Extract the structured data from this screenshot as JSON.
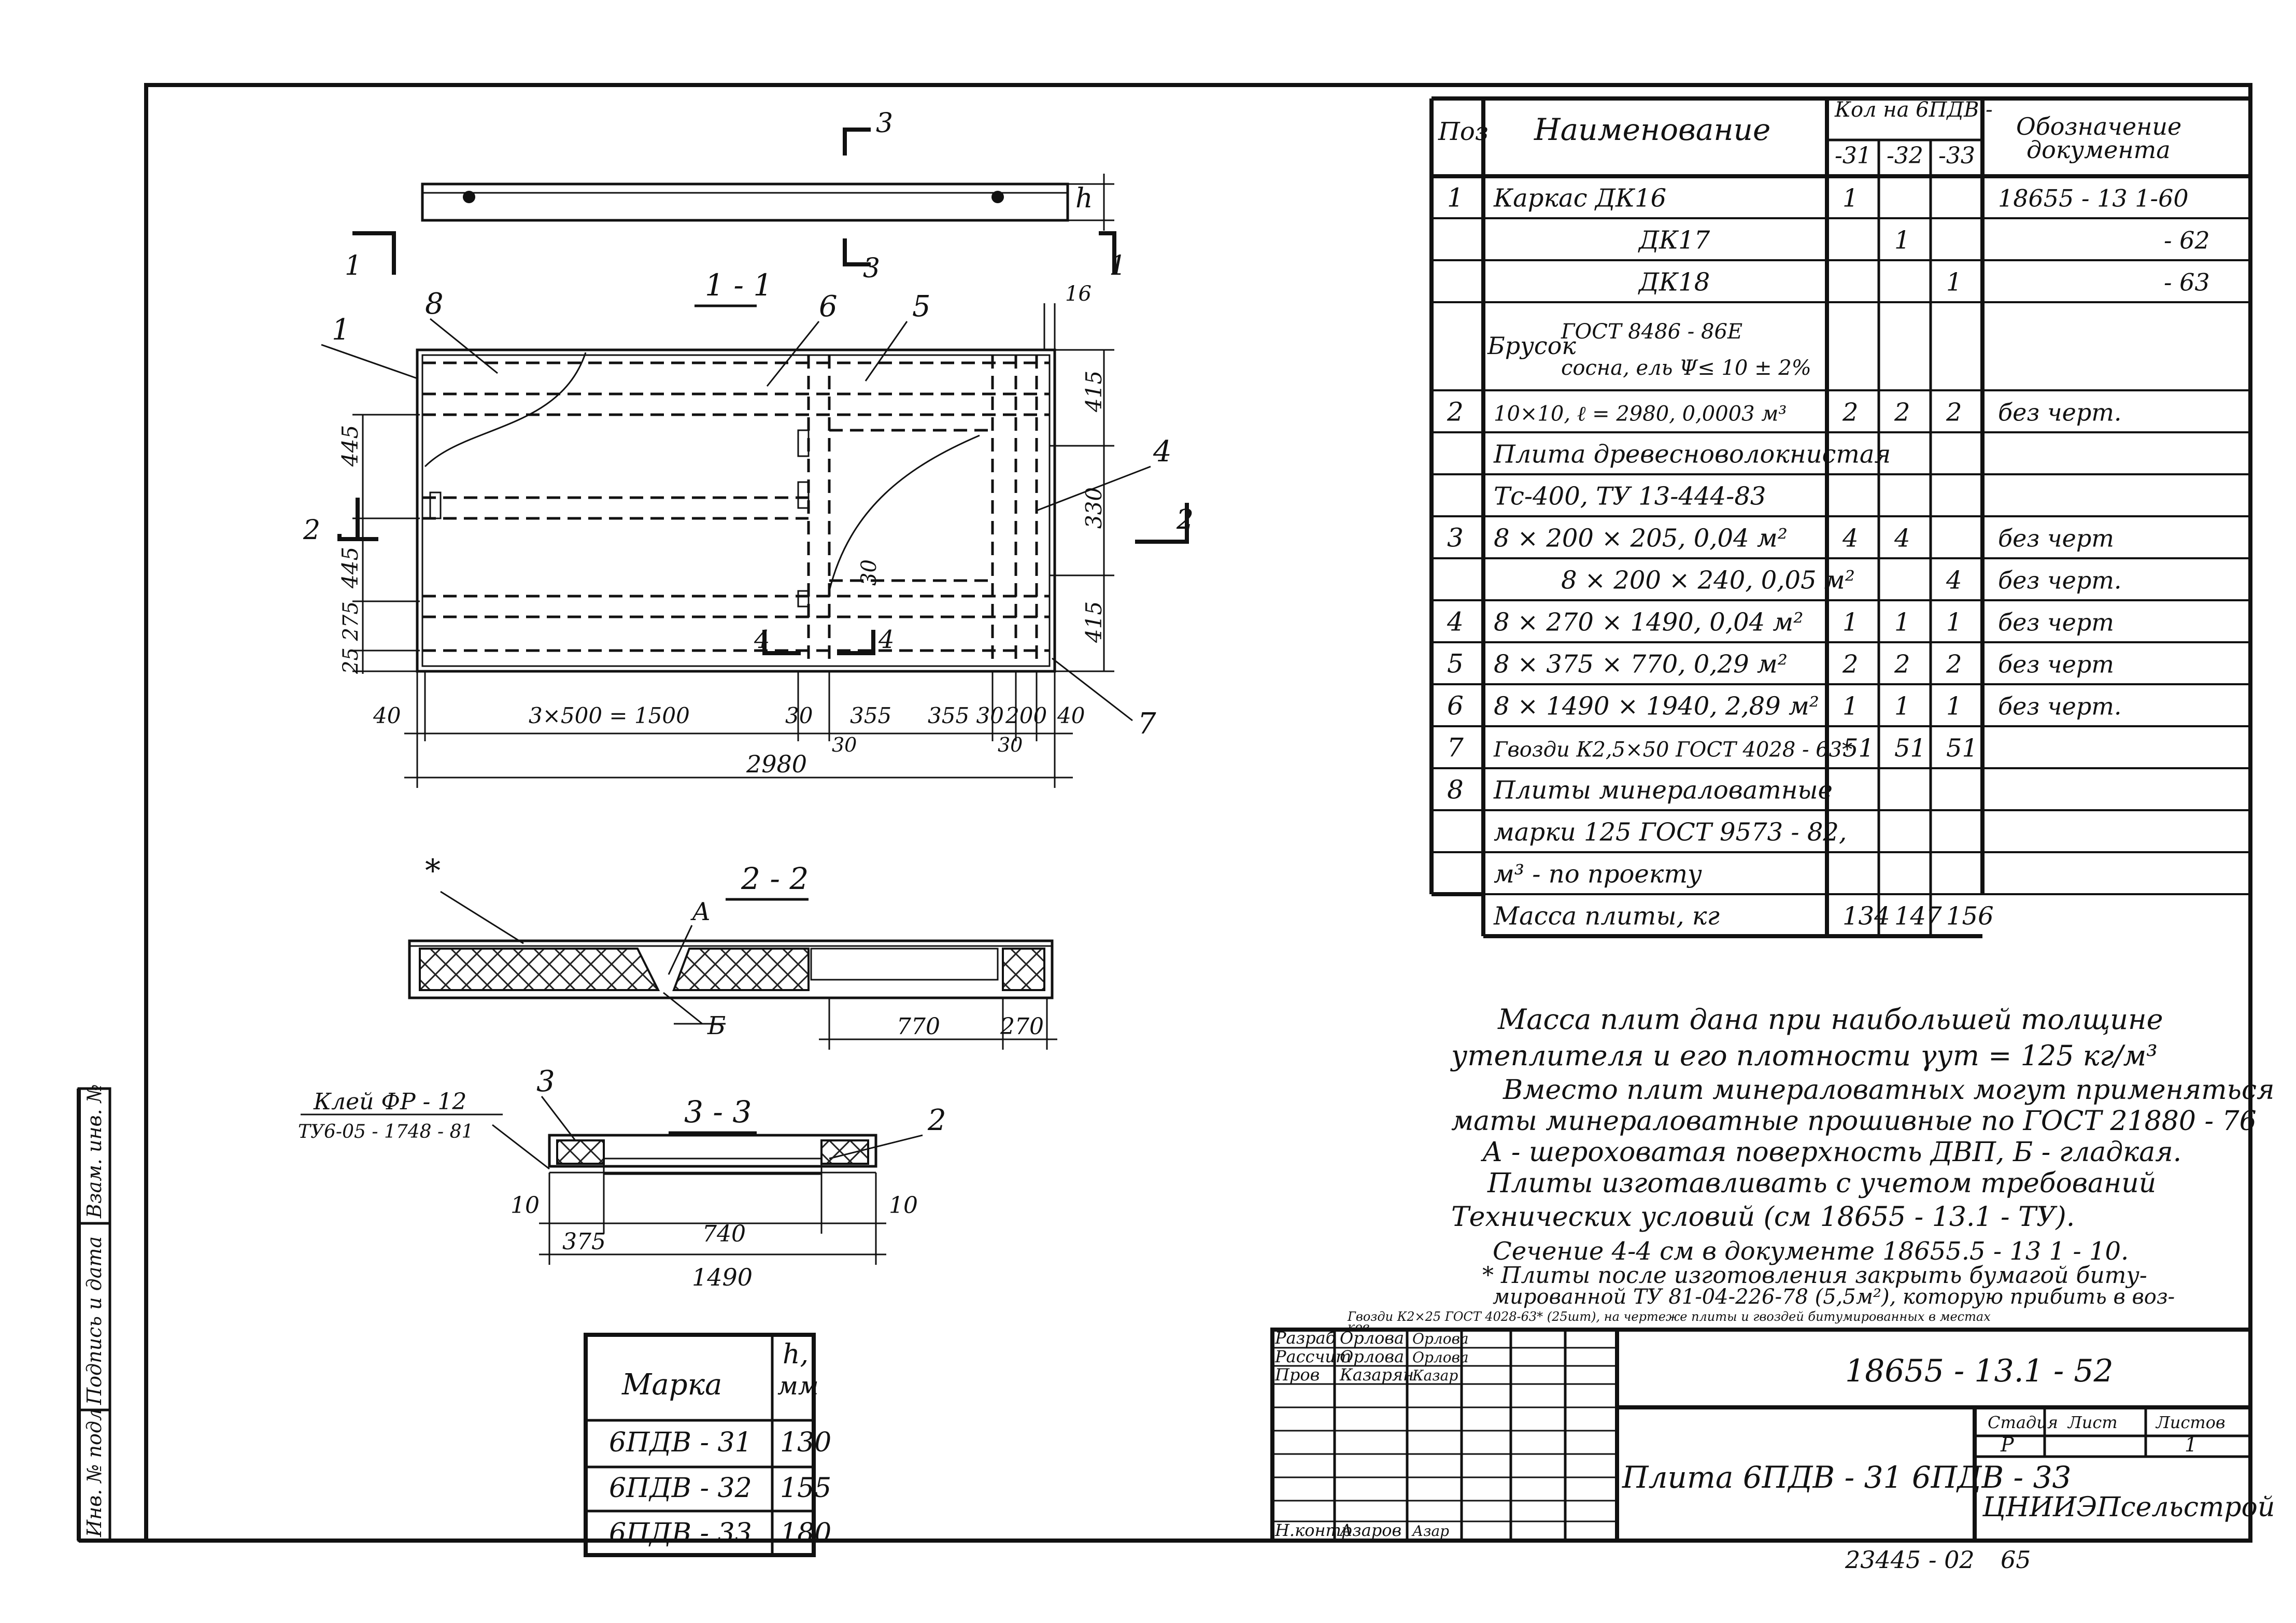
{
  "spec_table": {
    "headers": {
      "pos": "Поз",
      "name": "Наименование",
      "qty_group": "Кол на 6ПДВ -",
      "qty_cols": [
        "-31",
        "-32",
        "-33"
      ],
      "doc_line1": "Обозначение",
      "doc_line2": "документа"
    },
    "rows": [
      {
        "pos": "1",
        "name": "Каркас     ДК16",
        "q31": "1",
        "q32": "",
        "q33": "",
        "doc": "18655 - 13 1-60"
      },
      {
        "pos": "",
        "name": "ДК17",
        "q31": "",
        "q32": "1",
        "q33": "",
        "doc": "- 62"
      },
      {
        "pos": "",
        "name": "ДК18",
        "q31": "",
        "q32": "",
        "q33": "1",
        "doc": "- 63"
      },
      {
        "pos": "",
        "name": "Брусок",
        "name_b": "ГОСТ 8486 - 86Е",
        "name_c": "сосна, ель  Ψ≤ 10 ± 2%",
        "q31": "",
        "q32": "",
        "q33": "",
        "doc": ""
      },
      {
        "pos": "2",
        "name": "10×10,  ℓ = 2980, 0,0003 м³",
        "q31": "2",
        "q32": "2",
        "q33": "2",
        "doc": "без черт."
      },
      {
        "pos": "",
        "name": "Плита древесноволокнистая",
        "q31": "",
        "q32": "",
        "q33": "",
        "doc": ""
      },
      {
        "pos": "",
        "name": "Тс-400, ТУ 13-444-83",
        "q31": "",
        "q32": "",
        "q33": "",
        "doc": ""
      },
      {
        "pos": "3",
        "name": "8 × 200 × 205, 0,04 м²",
        "q31": "4",
        "q32": "4",
        "q33": "",
        "doc": "без черт"
      },
      {
        "pos": "",
        "name": "8 × 200 × 240, 0,05 м²",
        "q31": "",
        "q32": "",
        "q33": "4",
        "doc": "без черт."
      },
      {
        "pos": "4",
        "name": "8 × 270 × 1490, 0,04 м²",
        "q31": "1",
        "q32": "1",
        "q33": "1",
        "doc": "без черт"
      },
      {
        "pos": "5",
        "name": "8 × 375 × 770, 0,29 м²",
        "q31": "2",
        "q32": "2",
        "q33": "2",
        "doc": "без черт"
      },
      {
        "pos": "6",
        "name": "8 × 1490 × 1940, 2,89 м²",
        "q31": "1",
        "q32": "1",
        "q33": "1",
        "doc": "без черт."
      },
      {
        "pos": "7",
        "name": "Гвозди К2,5×50 ГОСТ 4028 - 63*",
        "q31": "51",
        "q32": "51",
        "q33": "51",
        "doc": ""
      },
      {
        "pos": "8",
        "name": "Плиты минераловатные",
        "q31": "",
        "q32": "",
        "q33": "",
        "doc": ""
      },
      {
        "pos": "",
        "name": "марки 125 ГОСТ 9573 - 82,",
        "q31": "",
        "q32": "",
        "q33": "",
        "doc": ""
      },
      {
        "pos": "",
        "name": "м³ - по проекту",
        "q31": "",
        "q32": "",
        "q33": "",
        "doc": ""
      },
      {
        "pos": "",
        "name": "Масса плиты, кг",
        "q31": "134",
        "q32": "147",
        "q33": "156",
        "doc": ""
      }
    ]
  },
  "notes": [
    "Масса плит дана при наибольшей толщине",
    "утеплителя и его плотности  γут = 125 кг/м³",
    "Вместо плит минераловатных могут применяться",
    "маты минераловатные прошивные по ГОСТ 21880 - 76",
    "А - шероховатая поверхность ДВП, Б - гладкая.",
    "Плиты изготавливать с учетом требований",
    "Технических условий (см  18655 - 13.1 - ТУ).",
    "Сечение 4-4 см  в документе 18655.5 - 13 1 - 10.",
    "* Плиты после изготовления закрыть бумагой биту-",
    "мированной ТУ 81-04-226-78 (5,5м²), которую прибить в воз-",
    "Гвозди К2×25 ГОСТ 4028-63* (25шт), на чертеже плиты и гвоздей битумированных в местах",
    "ков"
  ],
  "marka_table": {
    "header_marka": "Марка",
    "header_h": "h,",
    "header_h_unit": "мм",
    "rows": [
      {
        "marka": "6ПДВ - 31",
        "h": "130"
      },
      {
        "marka": "6ПДВ - 32",
        "h": "155"
      },
      {
        "marka": "6ПДВ - 33",
        "h": "180"
      }
    ]
  },
  "title_block": {
    "doc_code": "18655 - 13.1 - 52",
    "title": "Плита 6ПДВ - 31   6ПДВ - 33",
    "roles": [
      {
        "role": "Разраб",
        "name": "Орлова",
        "sign": "Орлова"
      },
      {
        "role": "Рассчит",
        "name": "Орлова",
        "sign": "Орлова"
      },
      {
        "role": "Пров",
        "name": "Казарян",
        "sign": "Казар"
      },
      {
        "role": "Н.контр",
        "name": "Азаров",
        "sign": "Азар"
      }
    ],
    "stage_label": "Стадия",
    "sheet_label": "Лист",
    "sheets_label": "Листов",
    "stage": "Р",
    "sheets": "1",
    "org": "ЦНИИЭПсельстрой"
  },
  "side_stamp": [
    "Инв. № подл",
    "Подпись и дата",
    "Взам. инв. №"
  ],
  "footer": {
    "archive": "23445 - 02",
    "page": "65"
  },
  "drawing": {
    "section_marks": {
      "s1": "1",
      "s2": "2",
      "s3": "3",
      "s4": "4"
    },
    "section_titles": {
      "t11": "1 - 1",
      "t22": "2 - 2",
      "t33": "3 - 3"
    },
    "h_label": "h",
    "positions": [
      "1",
      "8",
      "6",
      "5",
      "4",
      "7",
      "3",
      "2"
    ],
    "dims_plan": {
      "d40a": "40",
      "d3x500": "3×500 = 1500",
      "d30a": "30",
      "d355": "355",
      "d35530": "355 30",
      "d200": "200",
      "d40b": "40",
      "d2980": "2980",
      "d30b": "30",
      "d30c": "30",
      "d415a": "415",
      "d330": "330",
      "d415b": "415",
      "d16": "16",
      "d445a": "445",
      "d445b": "445",
      "d275": "25  275",
      "d30v": "30"
    },
    "dims_22": {
      "d770": "770",
      "d270": "270",
      "a": "А",
      "b": "Б",
      "star": "*"
    },
    "dims_33": {
      "d10a": "10",
      "d375": "375",
      "d740": "740",
      "d1490": "1490",
      "d10b": "10"
    },
    "glue_line1": "Клей ФР - 12",
    "glue_line2": "ТУ6-05 - 1748 - 81"
  }
}
